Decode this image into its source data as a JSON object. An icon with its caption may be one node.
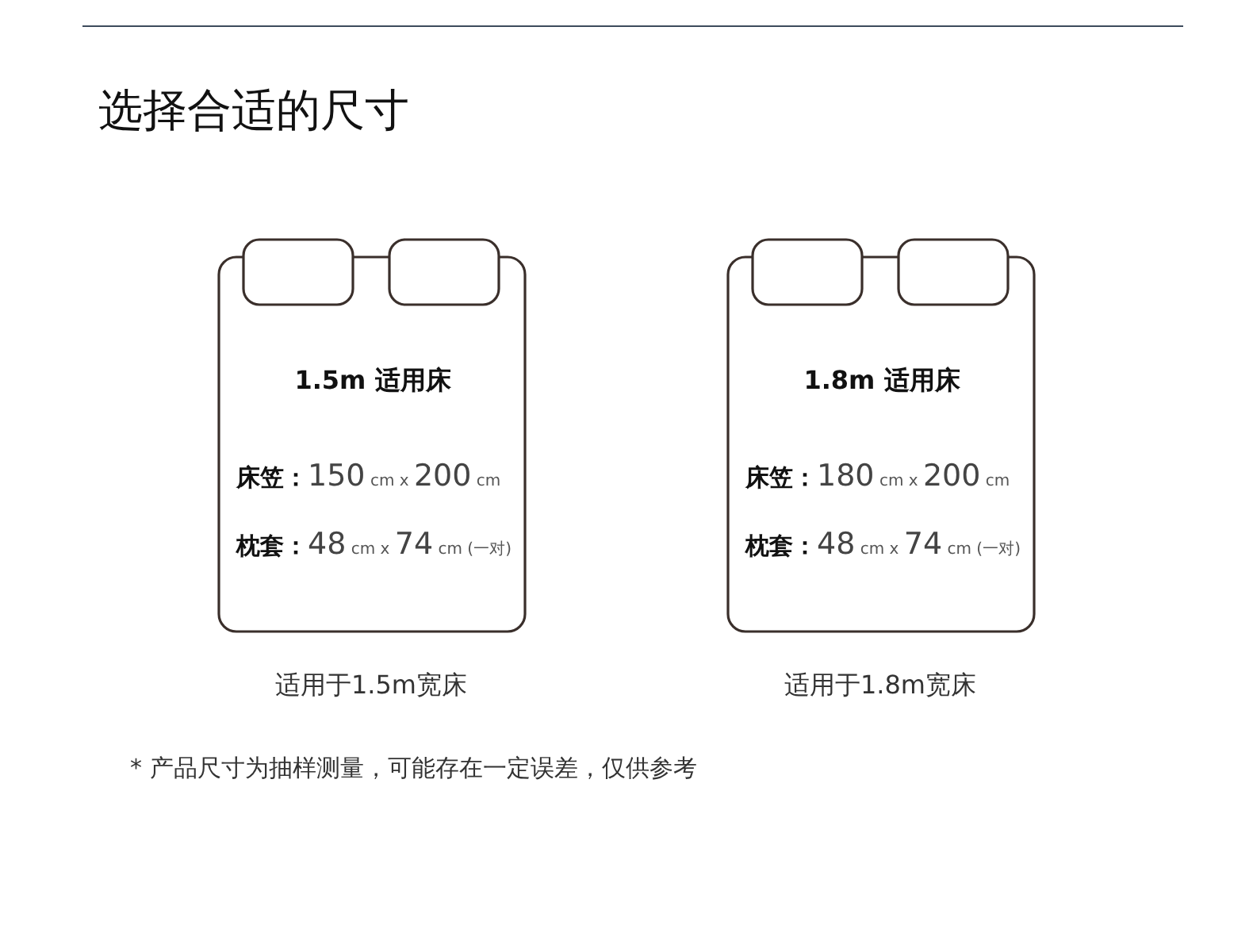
{
  "diagram": {
    "title": "选择合适的尺寸",
    "nodes": [
      {
        "text": [
          "1.5m 适用床",
          "**床笠：**150 cm x 200 cm",
          "**枕套：**48 cm x 74 cm (一对)"
        ],
        "beside": [
          "适用于1.5m宽床"
        ]
      },
      {
        "text": [
          "1.8m 适用床",
          "**床笠：**180 cm x 200 cm",
          "**枕套：**48 cm x 74 cm (一对)"
        ],
        "beside": [
          "适用于1.8m宽床"
        ]
      }
    ],
    "labels": [
      "* 产品尺寸为抽样测量，可能存在一定误差，仅供参考"
    ]
  }
}
